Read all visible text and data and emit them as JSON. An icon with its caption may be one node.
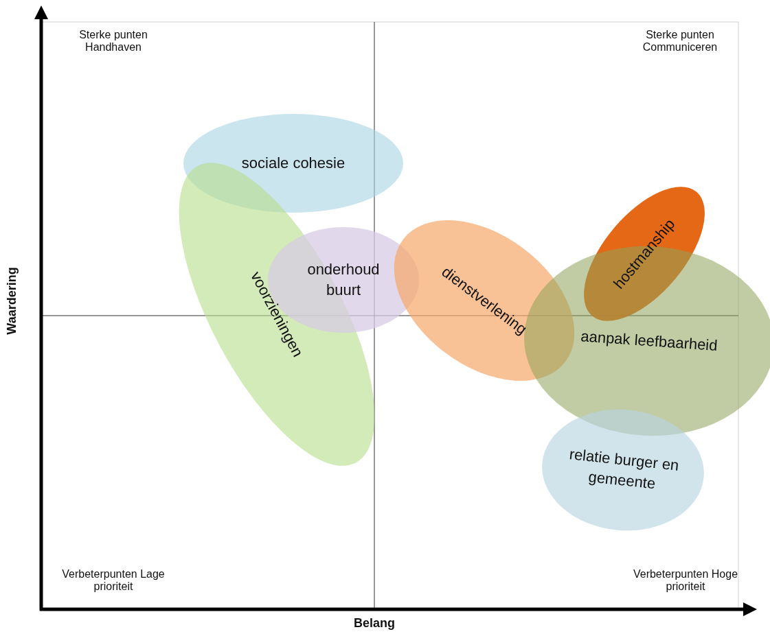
{
  "diagram": {
    "nodes": [
      {
        "text": [
          "sociale cohesie"
        ]
      },
      {
        "text": [
          "voorzieningen"
        ]
      },
      {
        "text": [
          "onderhoud buurt"
        ]
      },
      {
        "text": [
          "dienstverlening"
        ]
      },
      {
        "text": [
          "hostmanship"
        ]
      },
      {
        "text": [
          "aanpak leefbaarheid"
        ]
      },
      {
        "text": [
          "relatie burger en gemeente"
        ]
      }
    ],
    "labels": [
      "Sterke punten Handhaven",
      "Sterke punten Communiceren",
      "Waardering",
      "Verbeterpunten Lage prioriteit",
      "Verbeterpunten Hoge prioriteit",
      "Belang"
    ]
  }
}
